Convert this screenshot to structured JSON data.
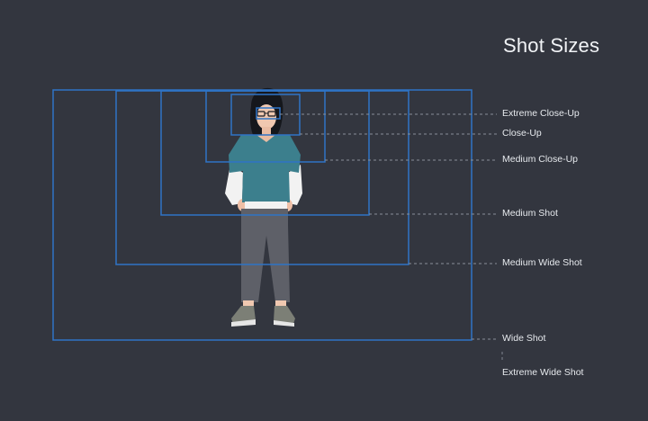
{
  "title": "Shot Sizes",
  "colors": {
    "background": "#33363f",
    "frame": "#2f74c6",
    "leader": "#8a8f99",
    "text": "#e7eaee"
  },
  "shots": [
    {
      "id": "extreme-close-up",
      "label": "Extreme Close-Up"
    },
    {
      "id": "close-up",
      "label": "Close-Up"
    },
    {
      "id": "medium-close-up",
      "label": "Medium Close-Up"
    },
    {
      "id": "medium-shot",
      "label": "Medium Shot"
    },
    {
      "id": "medium-wide-shot",
      "label": "Medium Wide Shot"
    },
    {
      "id": "wide-shot",
      "label": "Wide Shot"
    },
    {
      "id": "extreme-wide-shot",
      "label": "Extreme Wide Shot"
    }
  ]
}
